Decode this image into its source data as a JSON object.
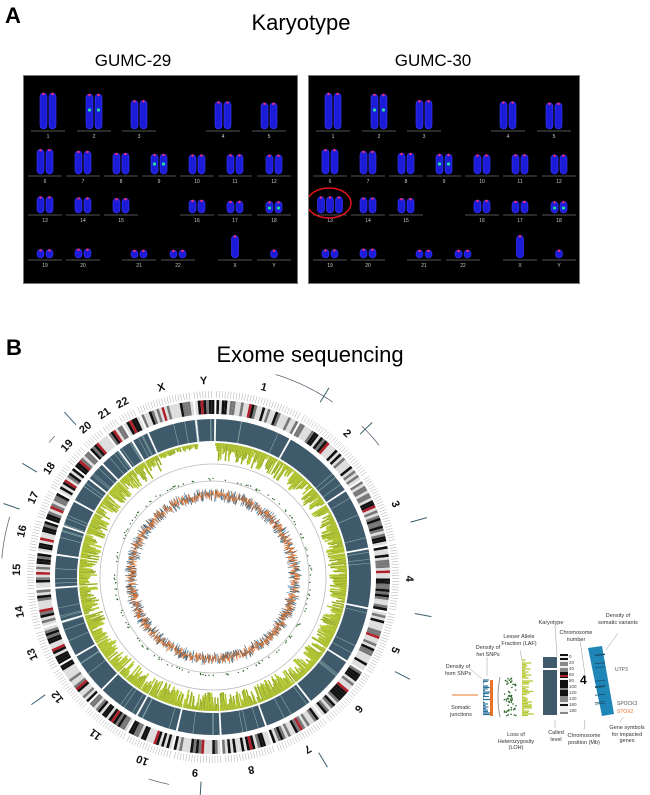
{
  "panel_a": {
    "letter": "A",
    "title": "Karyotype",
    "samples": [
      {
        "name": "GUMC-29",
        "copies_chr13": 2
      },
      {
        "name": "GUMC-30",
        "copies_chr13": 3,
        "highlighted_chromosome": "13",
        "highlight_color": "#e0141e"
      }
    ],
    "chromosome_labels": [
      "1",
      "2",
      "3",
      "4",
      "5",
      "6",
      "7",
      "8",
      "9",
      "10",
      "11",
      "12",
      "13",
      "14",
      "15",
      "16",
      "17",
      "18",
      "19",
      "20",
      "21",
      "22",
      "X",
      "Y"
    ]
  },
  "panel_b": {
    "letter": "B",
    "title": "Exome sequencing",
    "chromosomes": [
      "1",
      "2",
      "3",
      "4",
      "5",
      "6",
      "7",
      "8",
      "9",
      "10",
      "11",
      "12",
      "13",
      "14",
      "15",
      "16",
      "17",
      "18",
      "19",
      "20",
      "21",
      "22",
      "X",
      "Y"
    ],
    "colors": {
      "called_level": "#3f5a6b",
      "laf": "#b6ca37",
      "hom_snps": "#e8742c",
      "het_snps": "#2a6f9a",
      "somatic": "#1f86b8",
      "impacted_gene": "#e8742c"
    },
    "legend": {
      "density_somatic": "Density of somatic variants",
      "karyotype": "Karyotype",
      "chromosome_number_label": "Chromosome number",
      "laf": "Lesser Allele Fraction (LAF)",
      "het_snps": "Density of het SNPs",
      "hom_snps": "Density of hom SNPs",
      "somatic_junctions": "Somatic junctions",
      "loh": "Loss of Heterozygosity (LOH)",
      "called_level": "Called level",
      "chromosome_position": "Chromosome position (Mb)",
      "gene_symbols": "Gene symbols for impacted genes",
      "example_chromosome": "4",
      "positions": [
        "0",
        "20",
        "40",
        "60",
        "80",
        "100",
        "120",
        "140",
        "160",
        "180"
      ],
      "genes": [
        "UTP3",
        "SPOCK3",
        "STOX2"
      ]
    }
  }
}
